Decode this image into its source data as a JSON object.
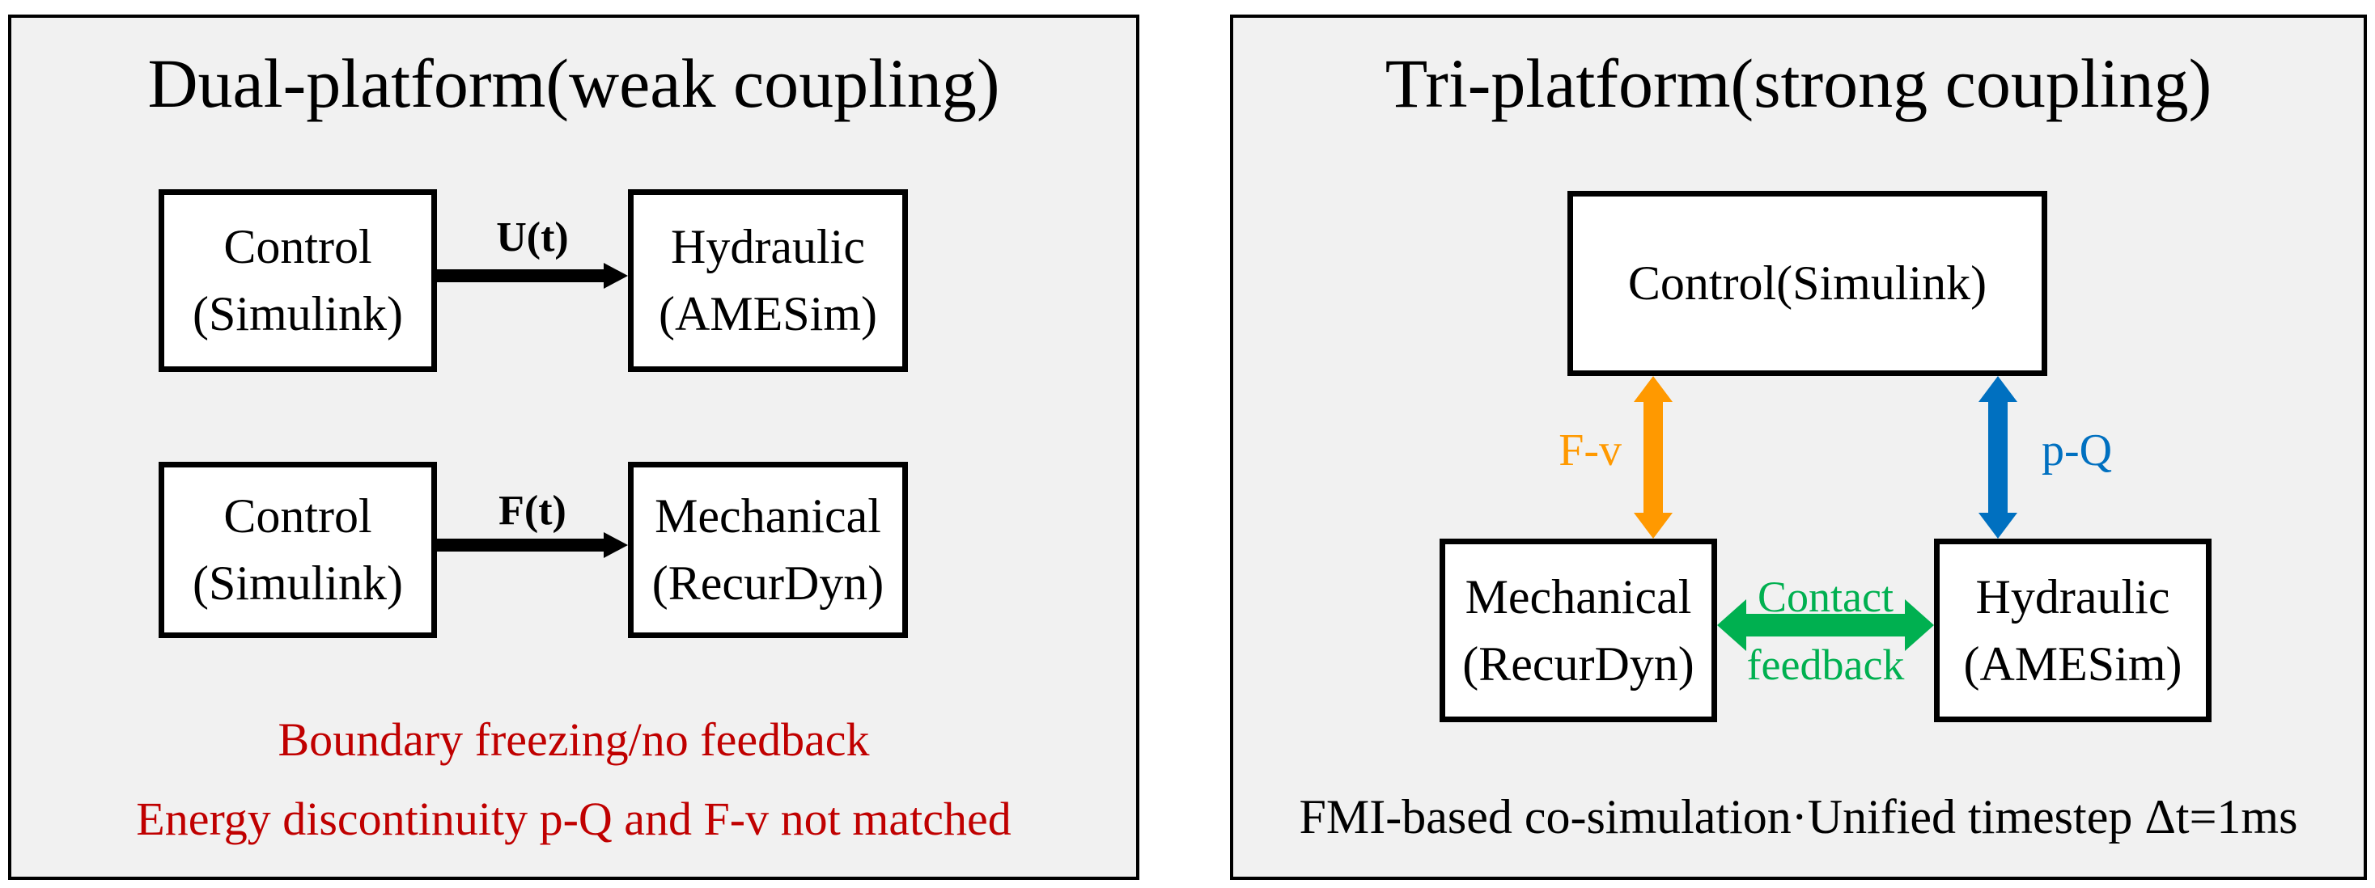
{
  "colors": {
    "panel_background": "#f1f1f1",
    "panel_border": "#000000",
    "box_border": "#000000",
    "note_red": "#c00000",
    "fv_orange": "#ff9900",
    "pq_blue": "#0070c0",
    "contact_green": "#00b050"
  },
  "left_panel": {
    "title": "Dual-platform(weak coupling)",
    "rows": [
      {
        "source_line1": "Control",
        "source_line2": "(Simulink)",
        "arrow_label": "U(t)",
        "target_line1": "Hydraulic",
        "target_line2": "(AMESim)"
      },
      {
        "source_line1": "Control",
        "source_line2": "(Simulink)",
        "arrow_label": "F(t)",
        "target_line1": "Mechanical",
        "target_line2": "(RecurDyn)"
      }
    ],
    "notes": [
      "Boundary freezing/no feedback",
      "Energy discontinuity p-Q and F-v not matched"
    ]
  },
  "right_panel": {
    "title": "Tri-platform(strong coupling)",
    "control_label": "Control(Simulink)",
    "fv_label": "F-v",
    "pq_label": "p-Q",
    "mechanical_line1": "Mechanical",
    "mechanical_line2": "(RecurDyn)",
    "hydraulic_line1": "Hydraulic",
    "hydraulic_line2": "(AMESim)",
    "contact_line1": "Contact",
    "contact_line2": "feedback",
    "footer": "FMI-based co-simulation·Unified timestep Δt=1ms"
  }
}
